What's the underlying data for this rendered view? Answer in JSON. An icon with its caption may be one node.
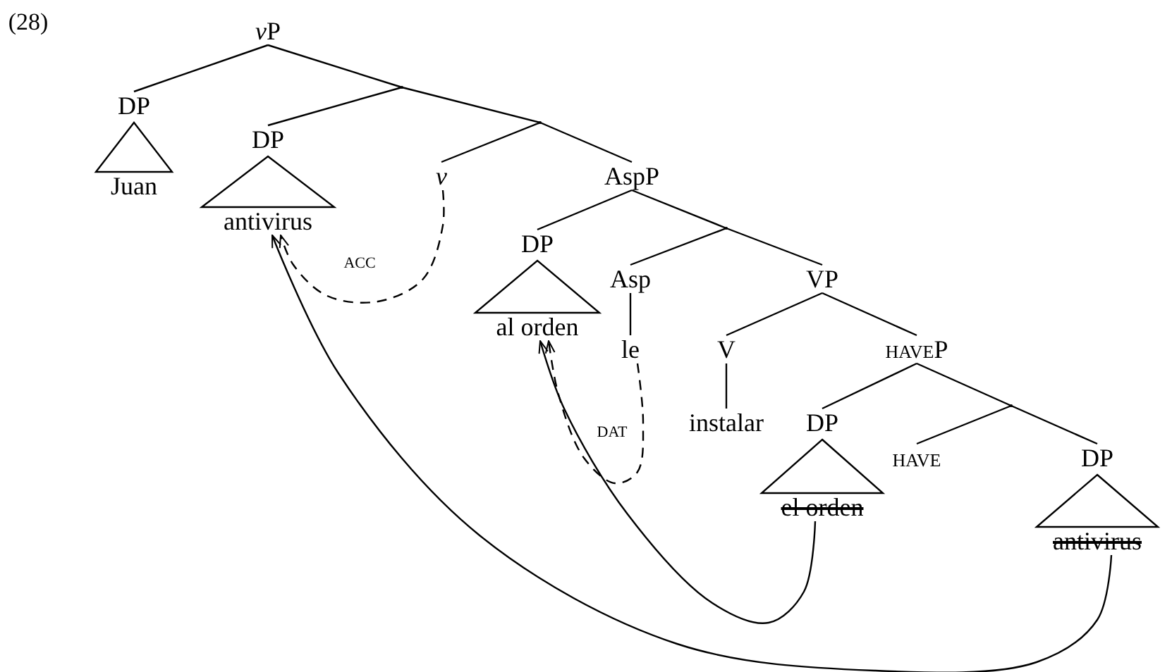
{
  "diagram": {
    "nodes": [
      {
        "text": [
          "vP"
        ]
      },
      {
        "text": [
          "DP"
        ]
      },
      {
        "text": [],
        "shape": "point"
      },
      {
        "text": [
          "Juan"
        ]
      },
      {
        "text": [
          "DP"
        ]
      },
      {
        "text": [],
        "shape": "point"
      },
      {
        "text": [
          "v"
        ]
      },
      {
        "text": [
          "AspP"
        ]
      },
      {
        "text": [
          "antivirus"
        ]
      },
      {
        "text": [
          "DP"
        ]
      },
      {
        "text": [],
        "shape": "point"
      },
      {
        "text": [
          "Asp"
        ]
      },
      {
        "text": [
          "VP"
        ]
      },
      {
        "text": [
          "al orden"
        ]
      },
      {
        "text": [
          "le"
        ]
      },
      {
        "text": [
          "V"
        ]
      },
      {
        "text": [
          "haveP"
        ]
      },
      {
        "text": [
          "instalar"
        ]
      },
      {
        "text": [
          "DP"
        ]
      },
      {
        "text": [],
        "shape": "point"
      },
      {
        "text": [
          "have"
        ]
      },
      {
        "text": [
          "DP"
        ]
      },
      {
        "text": [
          "el orden"
        ]
      },
      {
        "text": [
          "antivirus"
        ]
      },
      {
        "text": [],
        "shape": "triangle"
      },
      {
        "text": [],
        "shape": "triangle"
      },
      {
        "text": [],
        "shape": "triangle"
      },
      {
        "text": [],
        "shape": "triangle"
      },
      {
        "text": [],
        "shape": "triangle"
      }
    ],
    "edges": [
      {
        "from": 0,
        "to": 1,
        "arrow": "none"
      },
      {
        "from": 0,
        "to": 2,
        "arrow": "none"
      },
      {
        "from": 2,
        "to": 4,
        "arrow": "none"
      },
      {
        "from": 2,
        "to": 5,
        "arrow": "none"
      },
      {
        "from": 5,
        "to": 6,
        "arrow": "none"
      },
      {
        "from": 5,
        "to": 7,
        "arrow": "none"
      },
      {
        "from": 7,
        "to": 9,
        "arrow": "none"
      },
      {
        "from": 7,
        "to": 10,
        "arrow": "none"
      },
      {
        "from": 10,
        "to": 11,
        "arrow": "none"
      },
      {
        "from": 10,
        "to": 12,
        "arrow": "none"
      },
      {
        "from": 11,
        "to": 14,
        "arrow": "none"
      },
      {
        "from": 12,
        "to": 15,
        "arrow": "none"
      },
      {
        "from": 12,
        "to": 16,
        "arrow": "none"
      },
      {
        "from": 15,
        "to": 17,
        "arrow": "none"
      },
      {
        "from": 16,
        "to": 18,
        "arrow": "none"
      },
      {
        "from": 16,
        "to": 19,
        "arrow": "none"
      },
      {
        "from": 19,
        "to": 20,
        "arrow": "none"
      },
      {
        "from": 19,
        "to": 21,
        "arrow": "none"
      },
      {
        "from": 22,
        "to": 13,
        "arrow": "to"
      },
      {
        "from": 23,
        "to": 8,
        "arrow": "to"
      },
      {
        "from": 6,
        "to": 8,
        "arrow": "to",
        "style": "dashed",
        "label": "acc"
      },
      {
        "from": 14,
        "to": 13,
        "arrow": "to",
        "style": "dashed",
        "label": "dat"
      }
    ],
    "labels": [
      "(28)"
    ]
  }
}
